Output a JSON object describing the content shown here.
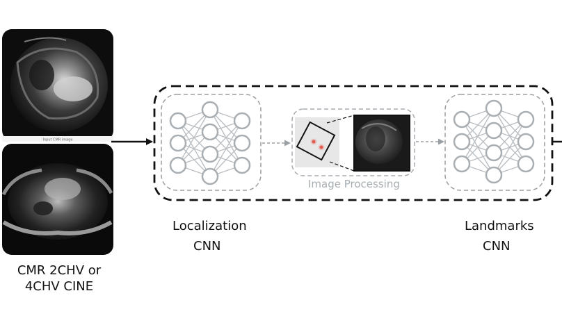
{
  "input": {
    "image_caption": "Input CMR image",
    "caption_line1": "CMR 2CHV or",
    "caption_line2": "4CHV CINE"
  },
  "localization": {
    "line1": "Localization",
    "line2": "CNN"
  },
  "processing": {
    "label": "Image Processing"
  },
  "landmarks": {
    "line1": "Landmarks",
    "line2": "CNN"
  },
  "colors": {
    "network_node": "#a9aeb2",
    "network_edge": "#b9bec2",
    "dashed_outer": "#111111",
    "dashed_inner": "#9a9ea2",
    "landmark_dot": "#e2574c",
    "processing_text": "#a7aeb2"
  }
}
